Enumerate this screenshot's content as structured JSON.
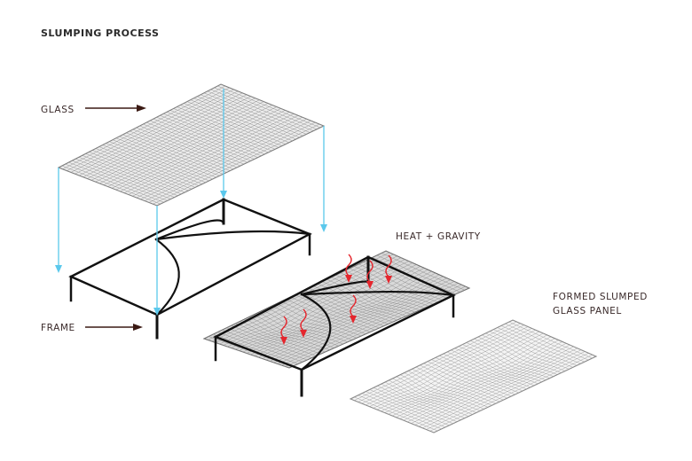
{
  "title": "SLUMPING PROCESS",
  "labels": {
    "glass": "GLASS",
    "frame": "FRAME",
    "heat": "HEAT + GRAVITY",
    "formed_line1": "FORMED SLUMPED",
    "formed_line2": "GLASS PANEL"
  },
  "colors": {
    "ink": "#111111",
    "mesh": "#8a8a8a",
    "guide_arrow": "#5bc8ec",
    "heat_arrow": "#e5262d",
    "label_arrow": "#3b1a14",
    "label_text": "#3a2a2a"
  }
}
